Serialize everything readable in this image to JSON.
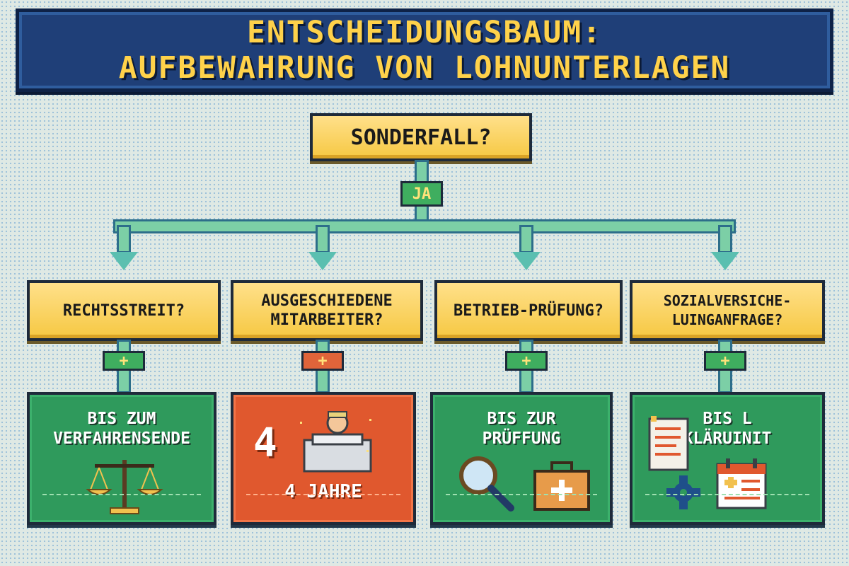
{
  "title": {
    "line1": "ENTSCHEIDUNGSBAUM:",
    "line2": "AUFBEWAHRUNG VON LOHNUNTERLAGEN"
  },
  "root": {
    "label": "SONDERFALL?"
  },
  "edge_root": {
    "label": "JA"
  },
  "branches": [
    {
      "question": "RECHTSSTREIT?",
      "edge": "+",
      "result": "BIS ZUM VERFAHRENSENDE",
      "icon": "scales-icon"
    },
    {
      "question": "AUSGESCHIEDENE MITARBEITER?",
      "edge": "+",
      "result_big": "4",
      "result": "4 JAHRE",
      "icon": "archive-worker-icon"
    },
    {
      "question": "BETRIEB-PRÜFUNG?",
      "edge": "+",
      "result": "BIS ZUR PRÜFFUNG",
      "icon": "magnifier-icon"
    },
    {
      "question": "SOZIALVERSICHE-LUINGANFRAGE?",
      "edge": "+",
      "result": "BIS L KLÄRUINIT",
      "icon": "document-icon"
    }
  ],
  "colors": {
    "banner": "#1f3f78",
    "title_text": "#ffd24a",
    "question_box": "#f6c842",
    "result_green": "#2f9a5c",
    "result_red": "#e0582e",
    "connector": "#7ccfa6"
  }
}
